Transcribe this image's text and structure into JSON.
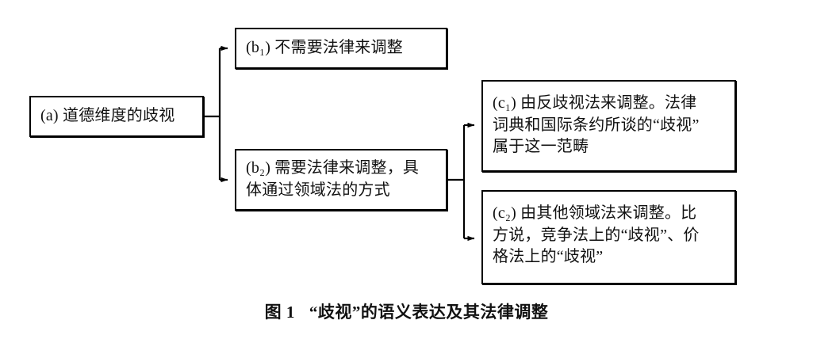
{
  "figure": {
    "caption_label": "图 1",
    "caption_title": "“歧视”的语义表达及其法律调整",
    "background_color": "#ffffff",
    "line_color": "#000000",
    "text_color": "#111111"
  },
  "nodes": {
    "a": {
      "id": "a",
      "marker": "(a)",
      "text": "(a) 道德维度的歧视"
    },
    "b1": {
      "id": "b1",
      "marker": "(b₁)",
      "text": "(b₁) 不需要法律来调整"
    },
    "b2": {
      "id": "b2",
      "marker": "(b₂)",
      "text": "(b₂) 需要法律来调整，具\n体通过领域法的方式"
    },
    "c1": {
      "id": "c1",
      "marker": "(c₁)",
      "text": "(c₁) 由反歧视法来调整。法律\n词典和国际条约所谈的“歧视”\n属于这一范畴"
    },
    "c2": {
      "id": "c2",
      "marker": "(c₂)",
      "text": "(c₂) 由其他领域法来调整。比\n方说，竞争法上的“歧视”、价\n格法上的“歧视”"
    }
  },
  "edges": [
    {
      "from": "a",
      "to": "b1",
      "arrow": true
    },
    {
      "from": "a",
      "to": "b2",
      "arrow": true
    },
    {
      "from": "b2",
      "to": "c1",
      "arrow": true
    },
    {
      "from": "b2",
      "to": "c2",
      "arrow": true
    }
  ]
}
